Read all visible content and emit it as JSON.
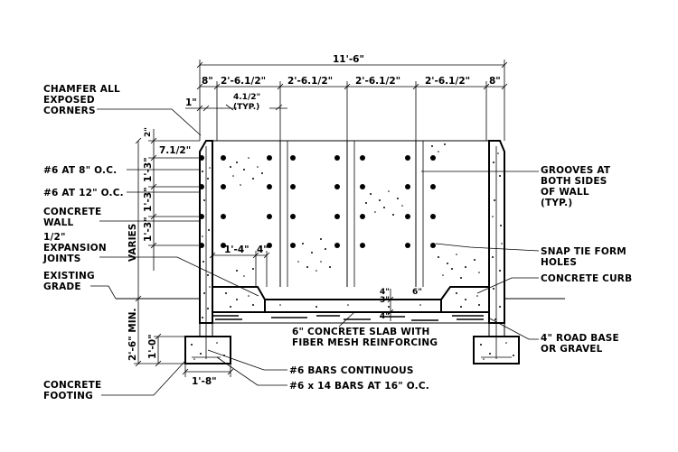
{
  "dimensions": {
    "overall": "11'-6\"",
    "end_left": "8\"",
    "bay1": "2'-6.1/2\"",
    "bay2": "2'-6.1/2\"",
    "bay3": "2'-6.1/2\"",
    "bay4": "2'-6.1/2\"",
    "end_right": "8\"",
    "one_inch": "1\"",
    "groove_top": "4.1/2\"",
    "groove_typ": "(TYP.)",
    "top_offset": "7.1/2\"",
    "tick_top": "2\"",
    "spacing_1": "1'-3\"",
    "spacing_2": "1'-3\"",
    "spacing_3": "1'-3\"",
    "varies": "VARIES",
    "min_depth": "2'-6\" MIN.",
    "footing_height": "1'-0\"",
    "footing_width": "1'-8\"",
    "curb_width": "1'-4\"",
    "curb_gap": "4\"",
    "slab_4a": "4\"",
    "slab_3": "3\"",
    "slab_4b": "4\"",
    "slab_6": "6\""
  },
  "left_labels": {
    "chamfer": [
      "CHAMFER ALL",
      "EXPOSED",
      "CORNERS"
    ],
    "bars_8": "#6 AT 8\" O.C.",
    "bars_12": "#6 AT 12\" O.C.",
    "concrete_wall": [
      "CONCRETE",
      "WALL"
    ],
    "expansion": [
      "1/2\"",
      "EXPANSION",
      "JOINTS"
    ],
    "grade": [
      "EXISTING",
      "GRADE"
    ],
    "footing": [
      "CONCRETE",
      "FOOTING"
    ]
  },
  "right_labels": {
    "grooves": [
      "GROOVES AT",
      "BOTH SIDES",
      "OF WALL",
      "(TYP.)"
    ],
    "snap_tie": [
      "SNAP TIE FORM",
      "HOLES"
    ],
    "curb": "CONCRETE CURB",
    "road_base": [
      "4\" ROAD BASE",
      "OR GRAVEL"
    ]
  },
  "bottom_labels": {
    "slab": [
      "6\" CONCRETE SLAB WITH",
      "FIBER MESH REINFORCING"
    ],
    "bars_cont": "#6 BARS CONTINUOUS",
    "bars_14": "#6 x 14 BARS AT 16\" O.C."
  }
}
